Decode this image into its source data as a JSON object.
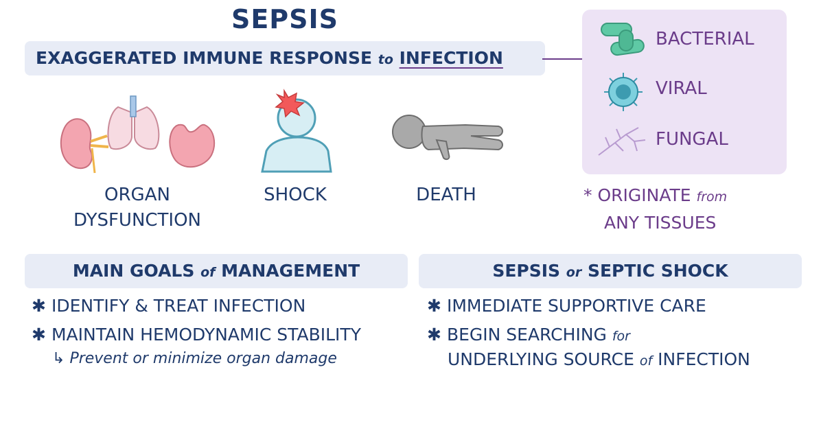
{
  "title": "SEPSIS",
  "definition": {
    "part1": "EXAGGERATED IMMUNE RESPONSE",
    "connector": "to",
    "keyword": "INFECTION"
  },
  "infection_types": [
    {
      "label": "BACTERIAL",
      "icon": "bacteria-icon"
    },
    {
      "label": "VIRAL",
      "icon": "virus-icon"
    },
    {
      "label": "FUNGAL",
      "icon": "fungus-icon"
    }
  ],
  "origin_note": {
    "bullet": "*",
    "part1": "ORIGINATE",
    "connector": "from",
    "line2": "ANY TISSUES"
  },
  "consequences": [
    {
      "line1": "ORGAN",
      "line2": "DYSFUNCTION",
      "icon": "organs-icon"
    },
    {
      "line1": "SHOCK",
      "icon": "shocked-person-icon"
    },
    {
      "line1": "DEATH",
      "icon": "lying-figure-icon"
    }
  ],
  "management": {
    "title_part1": "MAIN GOALS",
    "title_connector": "of",
    "title_part2": "MANAGEMENT",
    "items": [
      "IDENTIFY & TREAT INFECTION",
      "MAINTAIN HEMODYNAMIC STABILITY"
    ],
    "sub_item": "Prevent or minimize organ damage"
  },
  "septic_shock": {
    "title_part1": "SEPSIS",
    "title_connector": "or",
    "title_part2": "SEPTIC SHOCK",
    "item1": "IMMEDIATE SUPPORTIVE CARE",
    "item2_part1": "BEGIN SEARCHING",
    "item2_connector": "for",
    "item2_line2_part1": "UNDERLYING SOURCE",
    "item2_line2_connector": "of",
    "item2_line2_part2": "INFECTION"
  },
  "colors": {
    "navy": "#1f3a6b",
    "purple": "#6b3c8a",
    "band": "#e8ecf6",
    "types_box": "#ede3f5"
  }
}
